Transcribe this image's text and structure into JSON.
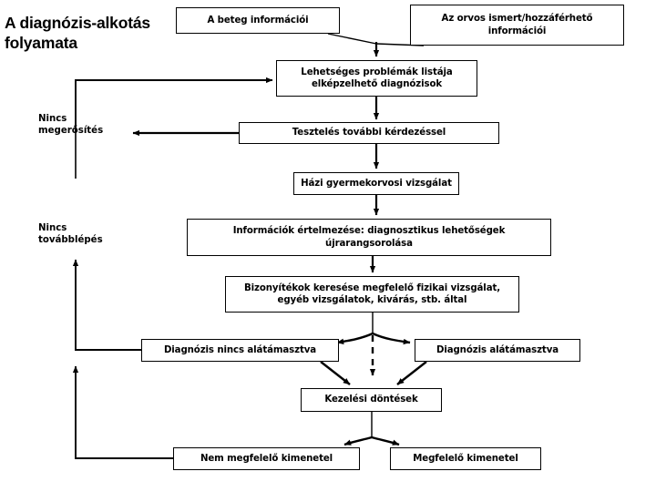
{
  "title": "A diagnózis-alkotás folyamata",
  "colors": {
    "stroke": "#000000",
    "fill": "#ffffff",
    "text": "#000000"
  },
  "nodes": {
    "patient_info": "A beteg információi",
    "doctor_info": "Az orvos ismert/hozzáférhető információi",
    "problem_list": "Lehetséges problémák listája elképzelhető diagnózisok",
    "testing": "Tesztelés további kérdezéssel",
    "pediatric_exam": "Házi gyermekorvosi vizsgálat",
    "interpretation": "Információk értelmezése: diagnosztikus lehetőségek újrarangsorolása",
    "evidence": "Bizonyítékok keresése megfelelő fizikai vizsgálat, egyéb vizsgálatok, kivárás, stb. által",
    "dx_unsupported": "Diagnózis nincs alátámasztva",
    "dx_supported": "Diagnózis alátámasztva",
    "treatment": "Kezelési döntések",
    "bad_outcome": "Nem megfelelő kimenetel",
    "good_outcome": "Megfelelő kimenetel"
  },
  "edge_labels": {
    "no_confirmation": "Nincs\nmegerősítés",
    "no_progress": "Nincs\ntovábblépés"
  }
}
